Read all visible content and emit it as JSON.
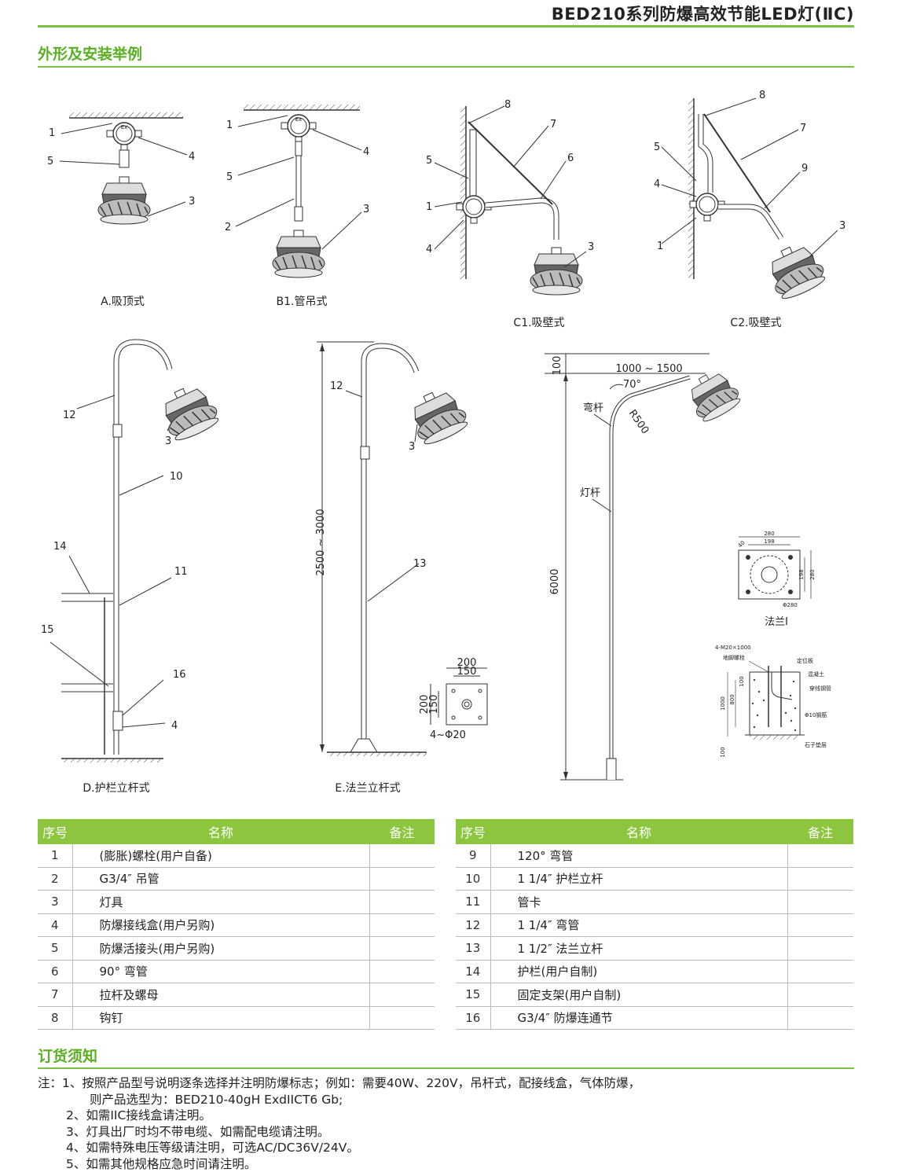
{
  "header": {
    "title": "BED210系列防爆高效节能LED灯(ⅡC)"
  },
  "sections": {
    "install": "外形及安装举例",
    "order": "订货须知"
  },
  "diagram": {
    "captions": [
      "A.吸顶式",
      "B1.管吊式",
      "C1.吸壁式",
      "C2.吸壁式",
      "D.护栏立杆式",
      "E.法兰立杆式"
    ],
    "dims": {
      "e_height": "2500 ~ 3000",
      "base_w1": "200",
      "base_w2": "150",
      "base_h1": "200",
      "base_h2": "150",
      "base_holes": "4~Φ20",
      "pole_100": "100",
      "pole_reach": "1000 ~ 1500",
      "pole_angle": "70°",
      "pole_radius": "R500",
      "pole_height": "6000",
      "pole_bend": "弯杆",
      "pole_rod": "灯杆",
      "flange_title": "法兰Ⅰ",
      "flange_280": "280",
      "flange_198": "198",
      "flange_phi": "Φ280",
      "flange_40": "40",
      "fd_bolt": "4-M20×1000",
      "fd_anchor": "地脚螺栓",
      "fd_plate": "定位板",
      "fd_concrete": "混凝土",
      "fd_wire": "穿线钢管",
      "fd_rebar": "Φ10钢筋",
      "fd_gravel": "石子垫层",
      "fd_1000": "1000",
      "fd_800": "800",
      "fd_100a": "100",
      "fd_100b": "100"
    },
    "badge": "Ex"
  },
  "table_headers": {
    "no": "序号",
    "name": "名称",
    "remark": "备注"
  },
  "parts_left": [
    {
      "no": "1",
      "name": "(膨胀)螺栓(用户自备)"
    },
    {
      "no": "2",
      "name": "G3/4″ 吊管"
    },
    {
      "no": "3",
      "name": "灯具"
    },
    {
      "no": "4",
      "name": "防爆接线盒(用户另购)"
    },
    {
      "no": "5",
      "name": "防爆活接头(用户另购)"
    },
    {
      "no": "6",
      "name": "90° 弯管"
    },
    {
      "no": "7",
      "name": "拉杆及螺母"
    },
    {
      "no": "8",
      "name": "钩钉"
    }
  ],
  "parts_right": [
    {
      "no": "9",
      "name": "120° 弯管"
    },
    {
      "no": "10",
      "name": "1 1/4″ 护栏立杆"
    },
    {
      "no": "11",
      "name": "管卡"
    },
    {
      "no": "12",
      "name": "1 1/4″ 弯管"
    },
    {
      "no": "13",
      "name": "1 1/2″ 法兰立杆"
    },
    {
      "no": "14",
      "name": "护栏(用户自制)"
    },
    {
      "no": "15",
      "name": "固定支架(用户自制)"
    },
    {
      "no": "16",
      "name": "G3/4″ 防爆连通节"
    }
  ],
  "notes": [
    "注：1、按照产品型号说明逐条选择并注明防爆标志；例如：需要40W、220V，吊杆式，配接线盒，气体防爆，",
    "则产品选型为：BED210-40gH ExdIICT6 Gb;",
    "2、如需IIC接线盒请注明。",
    "3、灯具出厂时均不带电缆、如需配电缆请注明。",
    "4、如需特殊电压等级请注明，可选AC/DC36V/24V。",
    "5、如需其他规格应急时间请注明。"
  ]
}
